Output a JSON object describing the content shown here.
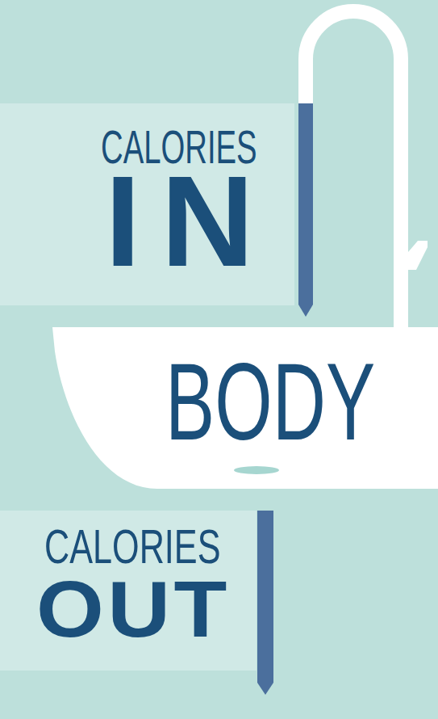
{
  "diagram": {
    "nodes": [
      {
        "text": [
          "CALORIES",
          "IN"
        ]
      },
      {
        "text": [
          "BODY"
        ]
      },
      {
        "text": [
          "CALORIES",
          "OUT"
        ]
      }
    ],
    "edges": [
      {
        "from": 0,
        "to": 1,
        "arrow": "to"
      },
      {
        "from": 1,
        "to": 2,
        "arrow": "to"
      }
    ]
  }
}
